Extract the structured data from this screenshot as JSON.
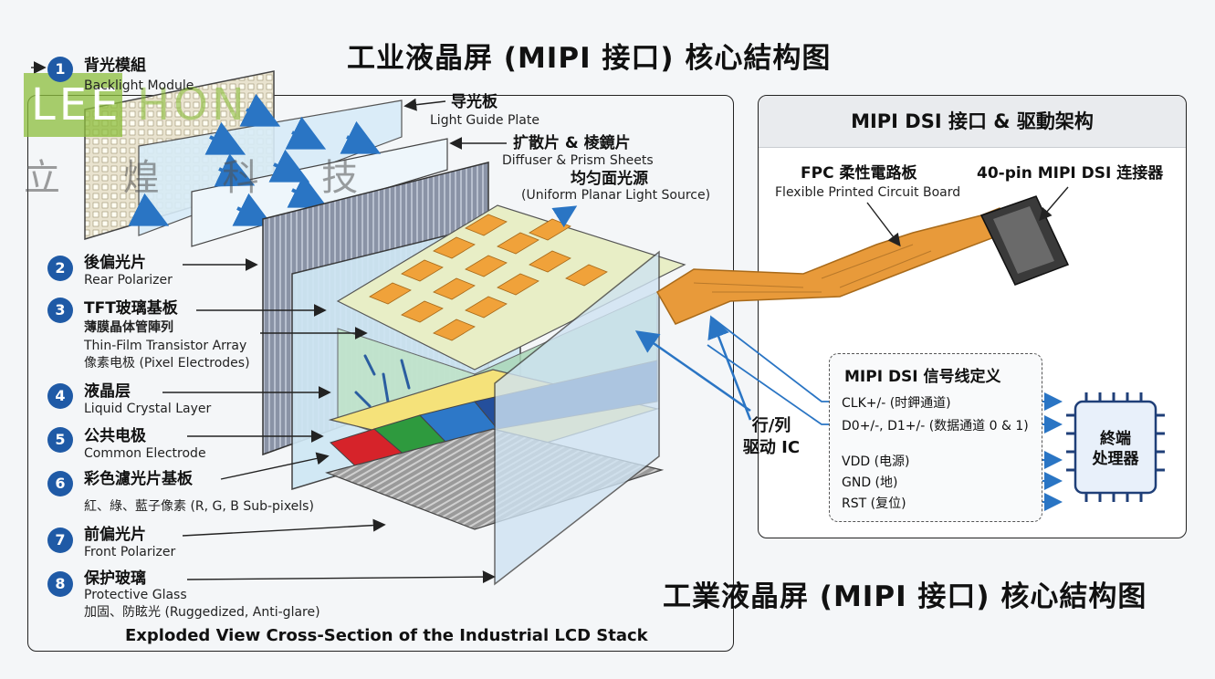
{
  "title_top": "工业液晶屏 (MIPI 接口) 核心結构图",
  "title_bottom": "工業液晶屏 (MIPI 接口) 核心結构图",
  "caption": "Exploded View Cross-Section of the Industrial LCD Stack",
  "watermark": {
    "latin_a": "LEE",
    "latin_b": "HON",
    "zh": "立 煌 科 技"
  },
  "layers": [
    {
      "num": "1",
      "zh": "背光模組",
      "en": "Backlight Module"
    },
    {
      "num": "2",
      "zh": "後偏光片",
      "en": "Rear Polarizer"
    },
    {
      "num": "3",
      "zh": "TFT玻璃基板",
      "sub1": "薄膜晶体管陣列",
      "en": "Thin-Film Transistor Array",
      "sub2": "像素电极 (Pixel Electrodes)"
    },
    {
      "num": "4",
      "zh": "液晶层",
      "en": "Liquid Crystal Layer"
    },
    {
      "num": "5",
      "zh": "公共电极",
      "en": "Common Electrode"
    },
    {
      "num": "6",
      "zh": "彩色濾光片基板",
      "sub1": "紅、綠、藍子像素 (R, G, B Sub-pixels)"
    },
    {
      "num": "7",
      "zh": "前偏光片",
      "en": "Front Polarizer"
    },
    {
      "num": "8",
      "zh": "保护玻璃",
      "en": "Protective Glass",
      "sub1": "加固、防眩光 (Ruggedized, Anti-glare)"
    }
  ],
  "optics": {
    "lgp_zh": "导光板",
    "lgp_en": "Light Guide Plate",
    "diff_zh": "扩散片 & 棱鏡片",
    "diff_en": "Diffuser & Prism Sheets",
    "uni_zh": "均匀面光源",
    "uni_en": "(Uniform Planar Light Source)"
  },
  "driver_ic": "行/列\n驱动 IC",
  "right_panel": {
    "header": "MIPI DSI 接口 & 驱動架构",
    "fpc_zh": "FPC 柔性電路板",
    "fpc_en": "Flexible Printed Circuit Board",
    "connector": "40-pin MIPI DSI 连接器",
    "signals_title": "MIPI DSI 信号线定义",
    "signals": [
      "CLK+/- (时鉀通道)",
      "D0+/-, D1+/- (数据通道 0 & 1)",
      "VDD (电源)",
      "GND (地)",
      "RST (复位)"
    ],
    "processor": "終端\n处理器"
  },
  "colors": {
    "accent_blue": "#1f5aa6",
    "arrow_blue": "#2a75c4",
    "fpc_orange": "#e89a3a",
    "watermark_green": "#8cbe3c"
  }
}
